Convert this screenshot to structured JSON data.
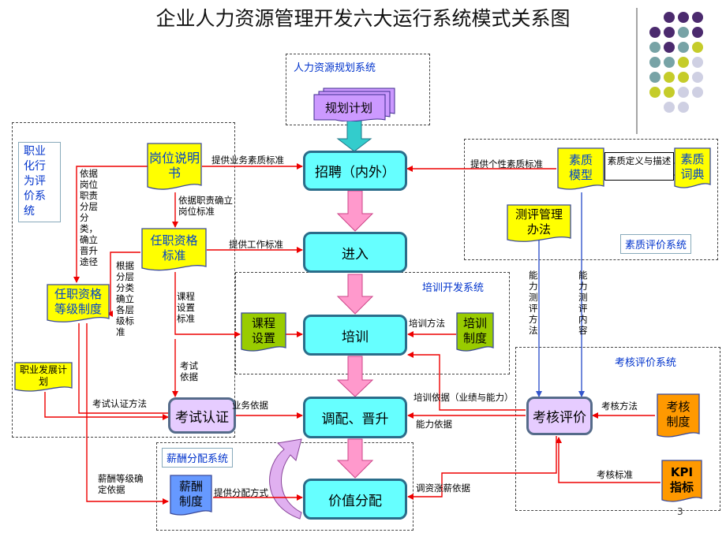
{
  "title": "企业人力资源管理开发六大运行系统模式关系图",
  "page_number": "3",
  "systems": {
    "planning": "人力资源规划系统",
    "career": "职业化行为评价系统",
    "competency": "素质评价系统",
    "training": "培训开发系统",
    "assessment": "考核评价系统",
    "compensation": "薪酬分配系统"
  },
  "nodes": {
    "plan": "规划计划",
    "recruit": "招聘（内外）",
    "entry": "进入",
    "train": "培训",
    "allocate": "调配、晋升",
    "value": "价值分配",
    "exam": "考试认证",
    "review": "考核评价",
    "job_desc": "岗位说明书",
    "qual_std": "任职资格标准",
    "qual_grade": "任职资格等级制度",
    "career_plan": "职业发展计划",
    "course": "课程设置",
    "train_sys": "培训制度",
    "comp_model": "素质模型",
    "comp_dict": "素质词典",
    "comp_def": "素质定义与描述",
    "eval_method": "测评管理办法",
    "review_sys": "考核制度",
    "kpi": "KPI指标",
    "pay_sys": "薪酬制度"
  },
  "labels": {
    "provide_comp_std": "提供业务素质标准",
    "provide_personal_std": "提供个性素质标准",
    "provide_work_std": "提供工作标准",
    "by_duty": "依据职责确立岗位标准",
    "by_job": "依据岗位职责分层分类，确立晋升途径",
    "by_layer": "根据分层分类确立各层级标准",
    "course_std": "课程设置标准",
    "exam_basis": "考试依据",
    "exam_method": "考试认证方法",
    "biz_basis": "业务依据",
    "train_method": "培训方法",
    "ability_method": "能力测评方法",
    "ability_content": "能力测评内容",
    "train_basis": "培训依据（业绩与能力）",
    "ability_basis": "能力依据",
    "review_method": "考核方法",
    "review_std": "考核标准",
    "pay_grade": "薪酬等级确定依据",
    "provide_dist": "提供分配方式",
    "adjust_basis": "调资涨薪依据"
  },
  "colors": {
    "cyan": "#66ffff",
    "yellow": "#ffff00",
    "green": "#99cc00",
    "orange": "#ff9900",
    "purple": "#cc99ff",
    "blue": "#6699ff",
    "lavender": "#e6ccff",
    "pink": "#ff99cc",
    "red_arrow": "#ee0000",
    "dot_purple": "#4b2a6e",
    "dot_teal": "#77a3a6",
    "dot_lime": "#c5cc2a",
    "dot_light": "#cfd0e3"
  }
}
